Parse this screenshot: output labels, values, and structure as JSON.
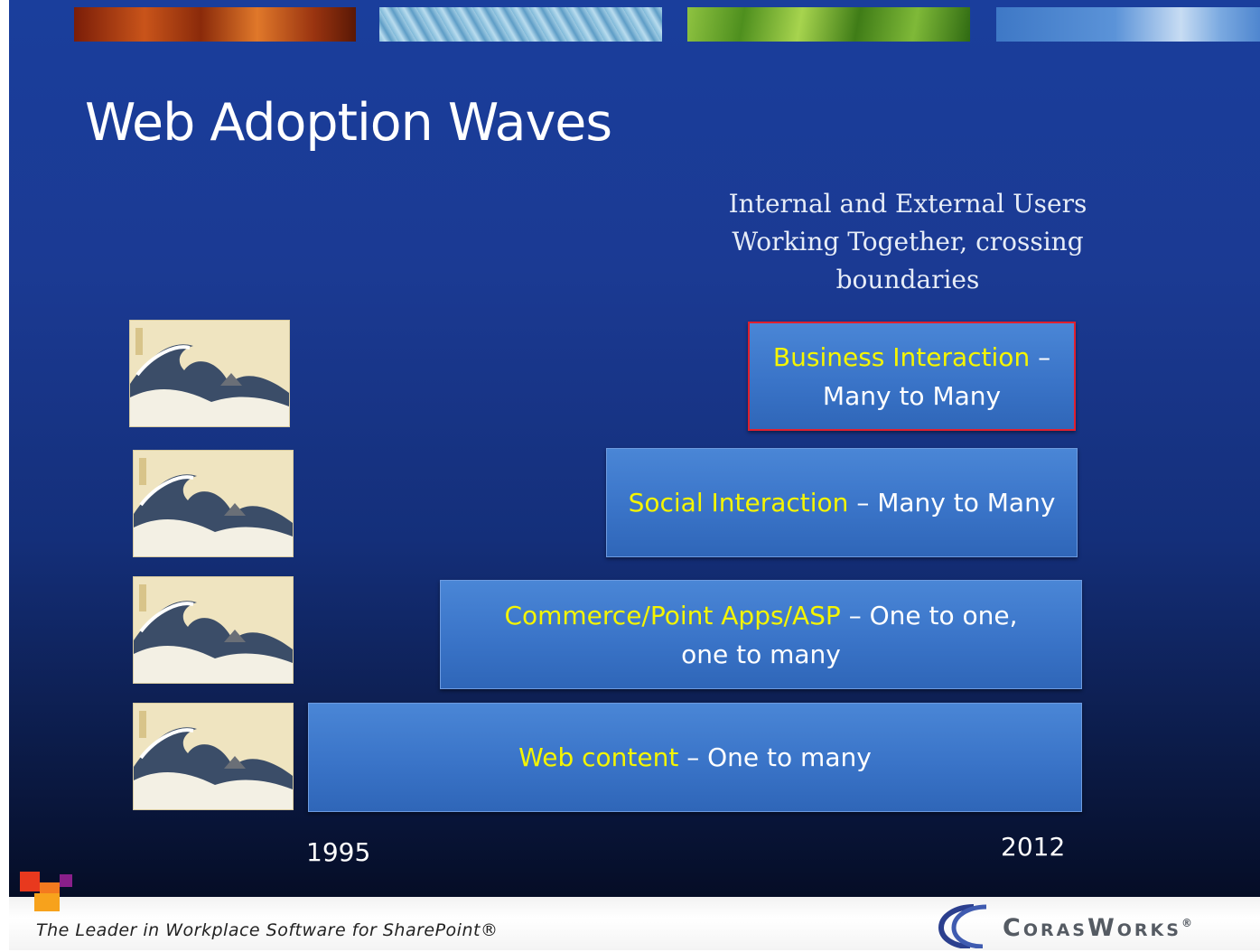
{
  "slide": {
    "title": "Web Adoption Waves",
    "subtitle": "Internal and External Users Working Together, crossing boundaries",
    "waves": [
      {
        "highlight": "Business Interaction",
        "rest": " – Many to Many"
      },
      {
        "highlight": "Social Interaction",
        "rest": " – Many to Many"
      },
      {
        "highlight": "Commerce/Point Apps/ASP",
        "rest": " – One to one, one to many"
      },
      {
        "highlight": "Web content",
        "rest": " – One to many"
      }
    ],
    "year_start": "1995",
    "year_end": "2012"
  },
  "footer": {
    "tagline": "The Leader in Workplace Software for SharePoint®",
    "brand": "CorasWorks",
    "brand_mark": "®"
  },
  "colors": {
    "background_top": "#1a3e9c",
    "background_bottom": "#050d26",
    "bar_fill": "#3a74c8",
    "highlight_text": "#f5f500",
    "business_border": "#e0202e"
  },
  "icons": {
    "wave_image": "great-wave-icon",
    "corner_logo": "squares-logo-icon",
    "brand_logo": "corasworks-c-icon"
  }
}
